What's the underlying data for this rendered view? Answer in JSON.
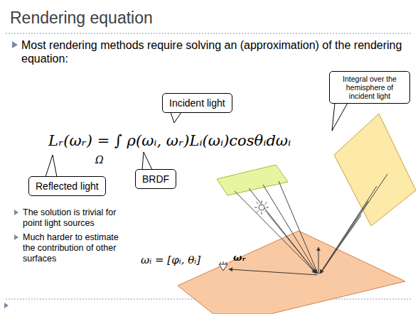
{
  "diagram": {
    "title": "Rendering equation",
    "nodes": [
      {
        "text": [
          "Incident light"
        ]
      },
      {
        "text": [
          "Integral over the hemisphere of incident light"
        ]
      },
      {
        "text": [
          "Reflected light"
        ]
      },
      {
        "text": [
          "BRDF"
        ]
      }
    ],
    "labels": [
      "Most rendering methods require solving an (approximation) of the rendering equation:",
      "Lᵣ(ωᵣ) = ∫ ρ(ωᵢ, ωᵣ)Lᵢ(ωᵢ)cosθᵢdωᵢ",
      "Ω",
      "The solution is trivial for point light sources",
      "Much harder to estimate the contribution of other surfaces",
      "ωᵢ = [φᵢ, θᵢ]",
      "ωᵣ"
    ]
  }
}
